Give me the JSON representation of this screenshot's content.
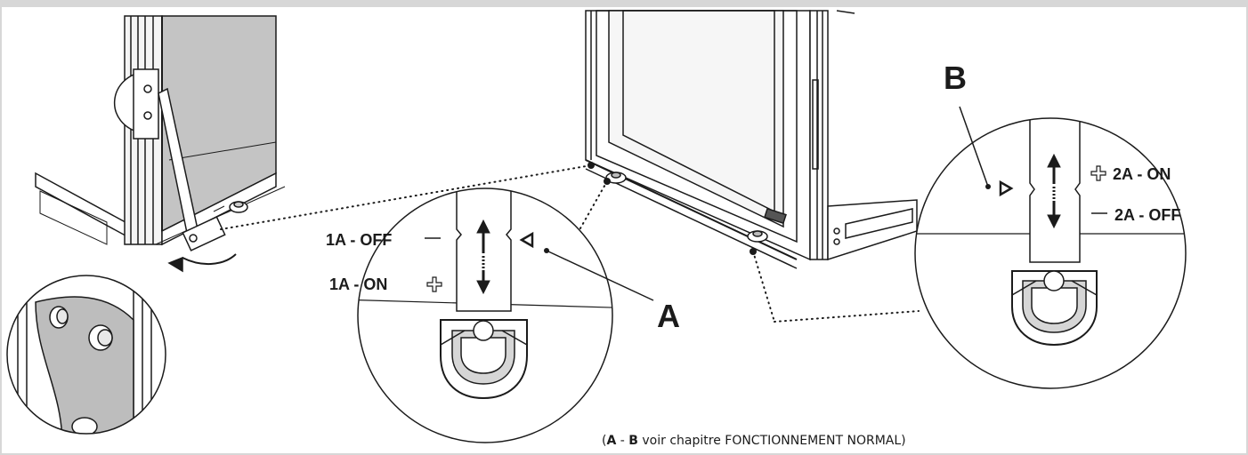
{
  "labels": {
    "callout_a": "A",
    "callout_b": "B",
    "off_1a": "1A - OFF",
    "on_1a": "1A - ON",
    "on_2a": "2A - ON",
    "off_2a": "2A - OFF"
  },
  "caption": {
    "open": "(",
    "a": "A",
    "sep": " - ",
    "b": "B",
    "rest": " voir chapitre FONCTIONNEMENT NORMAL)"
  },
  "colors": {
    "line": "#1b1b1b",
    "panel": "#bdbdbd",
    "background": "#ffffff",
    "frame": "#d7d7d7"
  }
}
